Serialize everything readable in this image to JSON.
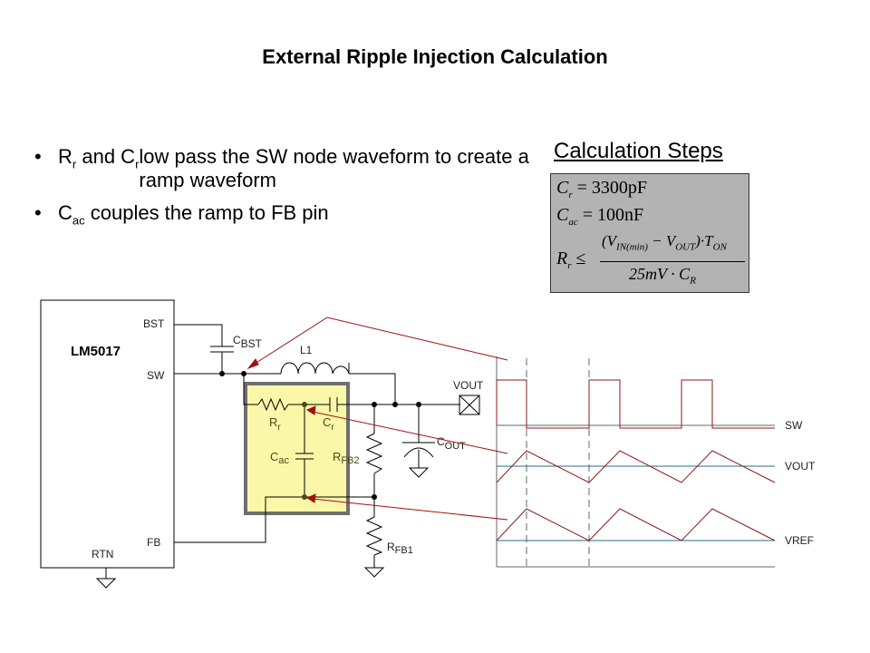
{
  "title": "External Ripple Injection Calculation",
  "bullets": [
    {
      "parts": [
        "R",
        "r",
        " and C",
        "r",
        " low pass the SW node waveform to create a ramp waveform"
      ]
    },
    {
      "parts": [
        "C",
        "ac",
        " couples the ramp to FB pin"
      ]
    }
  ],
  "calc": {
    "heading": "Calculation Steps",
    "eq1": {
      "lhs": "C",
      "lhs_sub": "r",
      "rhs": "= 3300pF"
    },
    "eq2": {
      "lhs": "C",
      "lhs_sub": "ac",
      "rhs": "= 100nF"
    },
    "eq3": {
      "lhs": "R",
      "lhs_sub": "r",
      "op": "≤",
      "numerator": "(V_IN(min) − V_OUT)·T_ON",
      "denominator": "25mV · C_R"
    }
  },
  "schematic": {
    "ic_name": "LM5017",
    "pins": {
      "bst": "BST",
      "sw": "SW",
      "fb": "FB",
      "rtn": "RTN"
    },
    "components": {
      "cbst": {
        "main": "C",
        "sub": "BST"
      },
      "l1": "L1",
      "rr": {
        "main": "R",
        "sub": "r"
      },
      "cr": {
        "main": "C",
        "sub": "r"
      },
      "cac": {
        "main": "C",
        "sub": "ac"
      },
      "rfb2": {
        "main": "R",
        "sub": "FB2"
      },
      "rfb1": {
        "main": "R",
        "sub": "FB1"
      },
      "cout": {
        "main": "C",
        "sub": "OUT"
      },
      "vout": "VOUT"
    },
    "highlight_color": "#fbf7a8",
    "arrow_color": "#a01010"
  },
  "waveforms": {
    "labels": [
      "SW",
      "VOUT",
      "VREF"
    ],
    "sw_color": "#8b1a1a",
    "ref_color": "#2a6e8a"
  }
}
